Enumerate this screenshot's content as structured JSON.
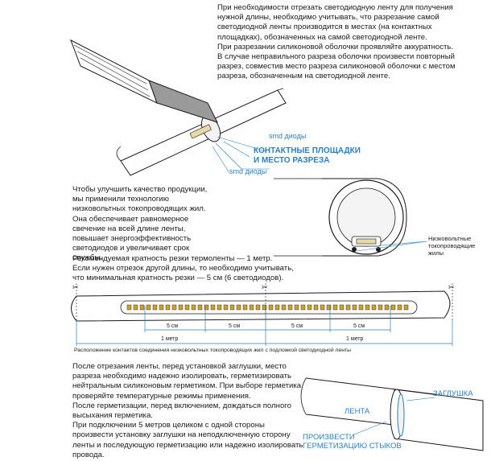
{
  "section_cutting": {
    "paragraphs": [
      "При необходимости отрезать светодиодную ленту для получения нужной длины, необходимо учитывать, что разрезание самой светодиодной ленты производится в местах (на контактных площадках), обозначенных на самой светодиодной ленте.",
      "При разрезании силиконовой оболочки проявляйте аккуратность. В случае неправильного разреза оболочки произвести повторный разрез, совместив место разреза силиконовой оболочки с местом разреза, обозначенным на светодиодной ленте."
    ],
    "label_smd_top": "smd диоды",
    "label_contact_line1": "КОНТАКТНЫЕ ПЛОЩАДКИ",
    "label_contact_line2": "И МЕСТО РАЗРЕЗА",
    "label_smd_bottom": "smd диоды"
  },
  "section_wires": {
    "paragraphs": [
      "Чтобы улучшить качество продукции, мы применили технологию низковольтных токопроводящих жил.",
      "Она обеспечивает равномерное свечение на всей длине ленты, повышает энергоэффективность светодиодов и увеличивает срок службы."
    ],
    "wire_label": "Низковольтные токопроводящие жилы"
  },
  "section_multiplicity": {
    "paragraphs": [
      "Рекомендуемая кратность резки термоленты — 1 метр.",
      "Если нужен отрезок другой длины, то необходимо учитывать, что минимальная кратность резки — 5 см (6 светодиодов)."
    ],
    "dims_5cm": [
      "5 см",
      "5 см",
      "5 см",
      "5 см"
    ],
    "dims_1m": [
      "1 метр",
      "1 метр"
    ],
    "caption": "Расположение контактов соединения низковольтных токопроводящих жил с подложкой светодиодной ленты"
  },
  "section_sealing": {
    "paragraphs": [
      "После отрезания ленты, перед установкой заглушки, место разреза необходимо надежно изолировать, герметизировать нейтральным силиконовым герметиком. При выборе герметика проверяйте температурные режимы применения.",
      "После герметизации, перед включением, дождаться полного высыхания герметика.",
      "При подключении 5 метров целиком с одной стороны произвести установку заглушки на неподключенную сторону ленты и последующую герметизацию или надежно изолировать провода."
    ],
    "label_cap": "ЗАГЛУШКА",
    "label_tape": "ЛЕНТА",
    "label_seal_line1": "ПРОИЗВЕСТИ",
    "label_seal_line2": "ГЕРМЕТИЗАЦИЮ СТЫКОВ"
  },
  "colors": {
    "accent": "#2a7fc0",
    "text": "#1a1a1a",
    "led": "#c9a227"
  }
}
